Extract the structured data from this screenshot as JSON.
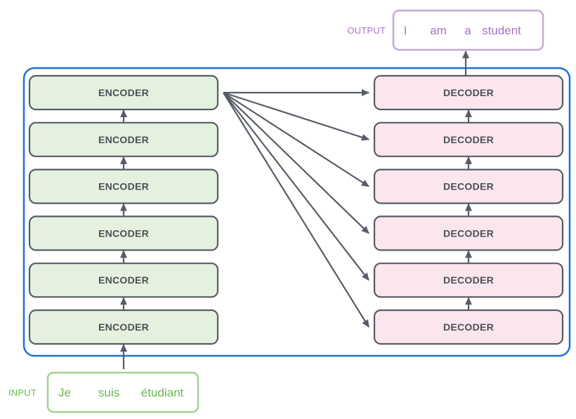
{
  "diagram": {
    "output_label": "OUTPUT",
    "output_words": [
      "I",
      "am",
      "a",
      "student"
    ],
    "input_label": "INPUT",
    "input_words": [
      "Je",
      "suis",
      "étudiant"
    ],
    "encoder_label": "ENCODER",
    "decoder_label": "DECODER",
    "encoder_count": 6,
    "decoder_count": 6,
    "colors": {
      "container_border": "#1d6fe0",
      "encoder_fill": "#e5f1df",
      "decoder_fill": "#fbe6ee",
      "block_border": "#575c66",
      "arrow": "#575c66",
      "output_border": "#c7a6d8",
      "output_text": "#a872c7",
      "input_border": "#9fd18f",
      "input_text": "#6ab84e"
    }
  }
}
